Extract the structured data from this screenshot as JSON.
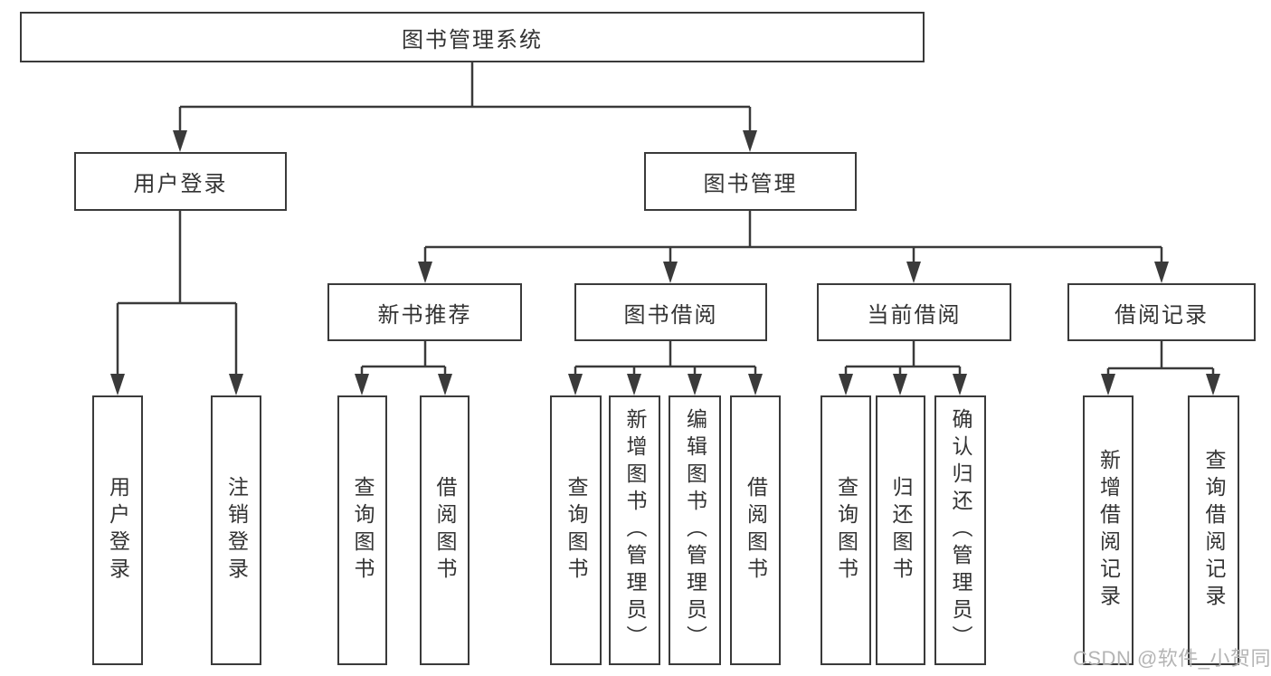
{
  "tree": {
    "label": "图书管理系统",
    "children": [
      {
        "label": "用户登录",
        "children": [
          {
            "label": "用户登录"
          },
          {
            "label": "注销登录"
          }
        ]
      },
      {
        "label": "图书管理",
        "children": [
          {
            "label": "新书推荐",
            "children": [
              {
                "label": "查询图书"
              },
              {
                "label": "借阅图书"
              }
            ]
          },
          {
            "label": "图书借阅",
            "children": [
              {
                "label": "查询图书"
              },
              {
                "label": "新增图书（管理员）"
              },
              {
                "label": "编辑图书（管理员）"
              },
              {
                "label": "借阅图书"
              }
            ]
          },
          {
            "label": "当前借阅",
            "children": [
              {
                "label": "查询图书"
              },
              {
                "label": "归还图书"
              },
              {
                "label": "确认归还（管理员）"
              }
            ]
          },
          {
            "label": "借阅记录",
            "children": [
              {
                "label": "新增借阅记录"
              },
              {
                "label": "查询借阅记录"
              }
            ]
          }
        ]
      }
    ]
  },
  "watermark": "CSDN @软件_小贺同学",
  "colors": {
    "line": "#3a3a3a",
    "box_border": "#3a3a3a",
    "text": "#333333",
    "watermark": "#b4b4b4",
    "background": "#ffffff"
  }
}
